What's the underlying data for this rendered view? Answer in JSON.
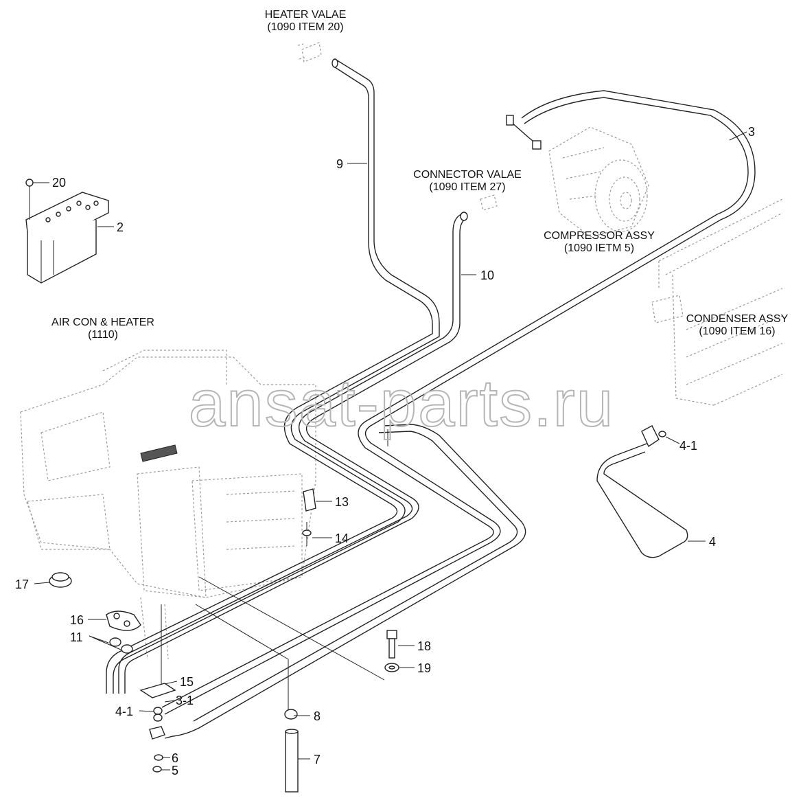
{
  "callouts": {
    "heater_valve": [
      "HEATER VALAE",
      "(1090 ITEM 20)"
    ],
    "connector_valve": [
      "CONNECTOR VALAE",
      "(1090 ITEM 27)"
    ],
    "compressor": [
      "COMPRESSOR ASSY",
      "(1090 IETM 5)"
    ],
    "condenser": [
      "CONDENSER ASSY",
      "(1090 ITEM 16)"
    ],
    "aircon": [
      "AIR CON & HEATER",
      "(1110)"
    ]
  },
  "parts": {
    "p2": "2",
    "p3": "3",
    "p3_1": "3-1",
    "p4": "4",
    "p4_1_right": "4-1",
    "p4_1_left": "4-1",
    "p5": "5",
    "p6": "6",
    "p7": "7",
    "p8": "8",
    "p9": "9",
    "p10": "10",
    "p11": "11",
    "p13": "13",
    "p14": "14",
    "p15": "15",
    "p16": "16",
    "p17": "17",
    "p18": "18",
    "p19": "19",
    "p20": "20"
  },
  "watermark": "ansat-parts.ru"
}
